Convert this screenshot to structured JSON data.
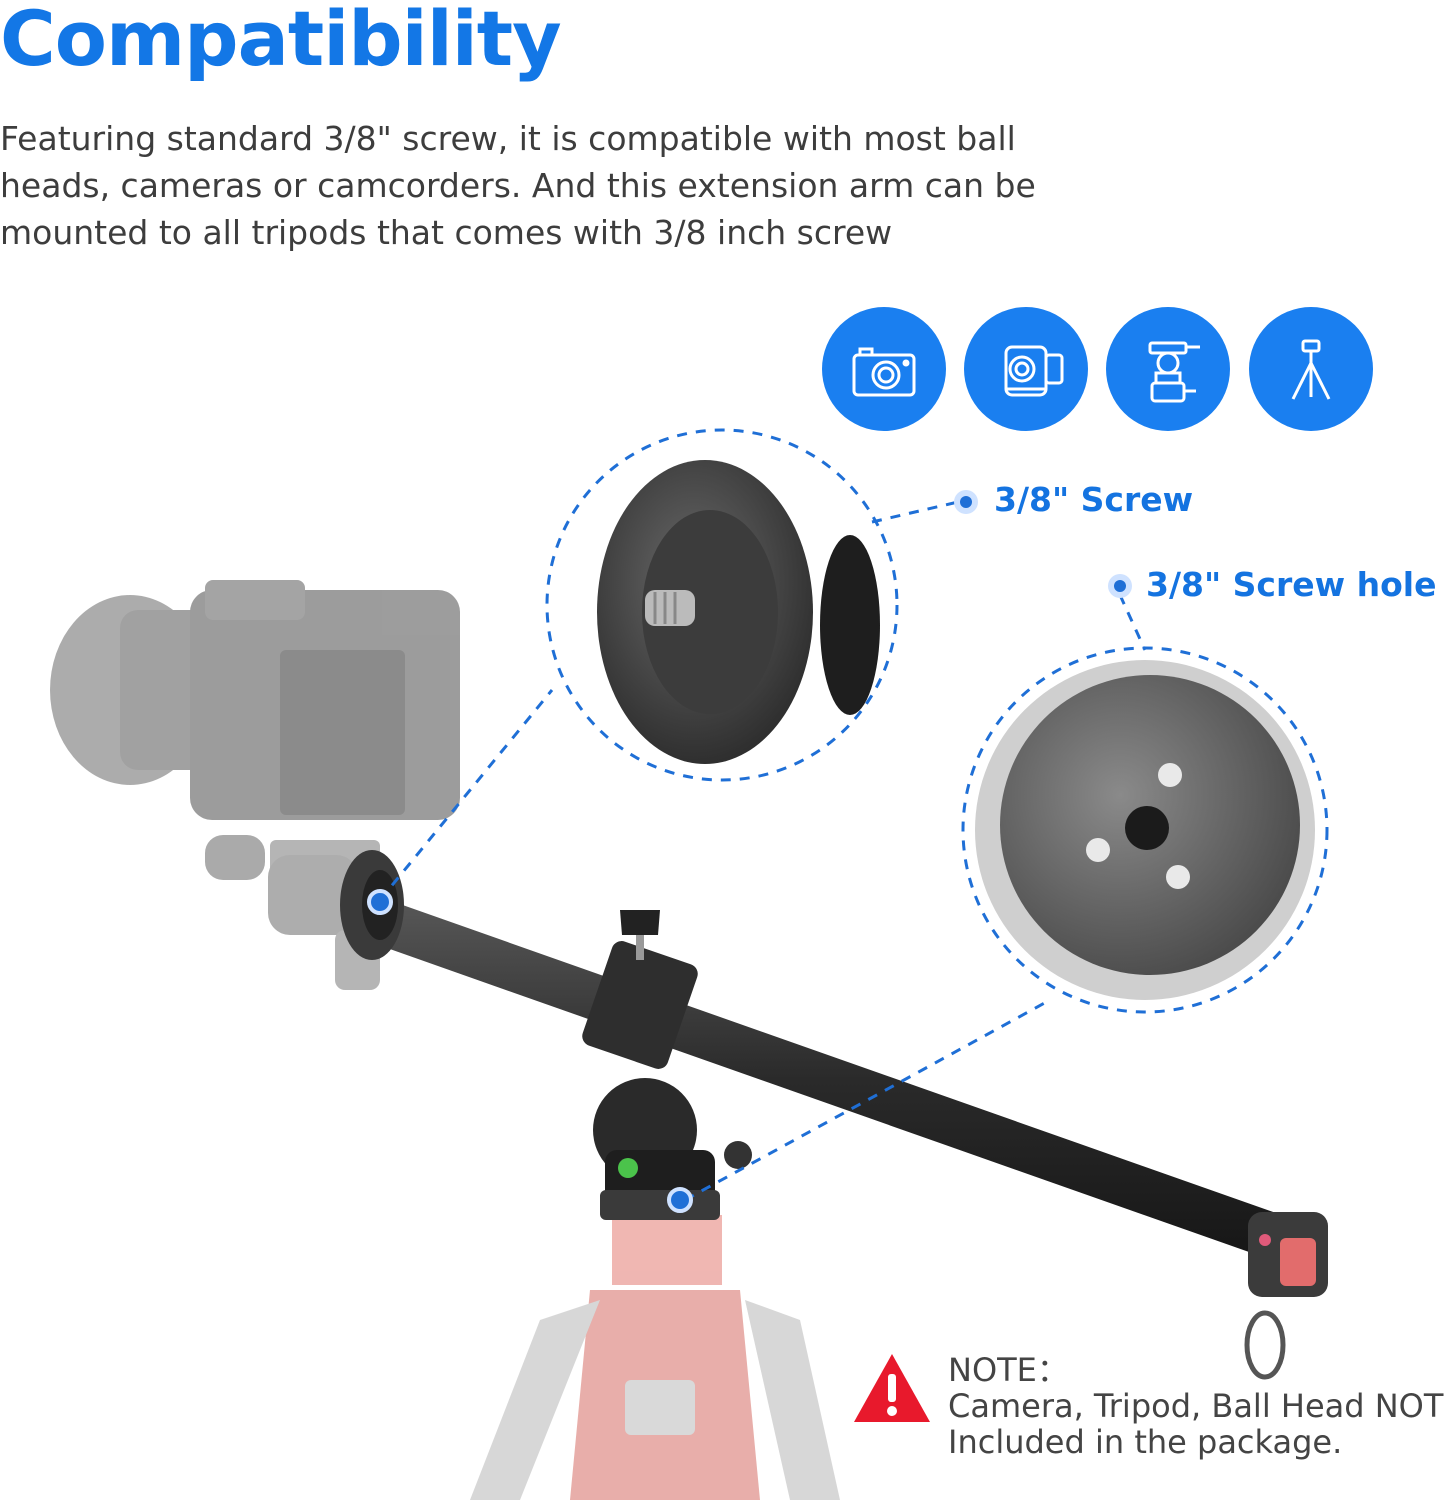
{
  "heading": "Compatibility",
  "description": "Featuring standard 3/8\" screw, it is compatible with most ball heads, cameras or camcorders. And this extension arm can be mounted to all tripods that comes with 3/8 inch screw",
  "icons": [
    "camera-icon",
    "camcorder-icon",
    "ball-head-icon",
    "tripod-icon"
  ],
  "callouts": {
    "screw": "3/8\" Screw",
    "screw_hole": "3/8\" Screw hole"
  },
  "note": {
    "title": "NOTE：",
    "line1": "Camera, Tripod, Ball Head NOT",
    "line2": "Included in the package."
  },
  "colors": {
    "accent": "#1377e6",
    "icon_bg": "#1a7ff0",
    "warning": "#e8192c"
  }
}
